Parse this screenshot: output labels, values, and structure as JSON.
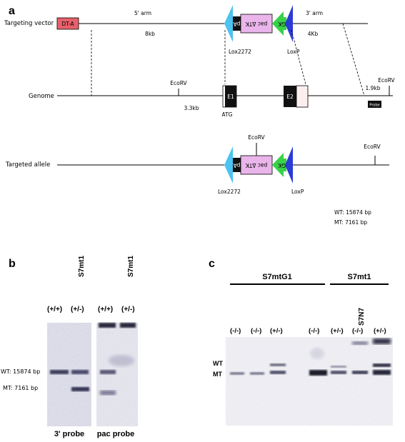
{
  "panel_a": {
    "letter": "a",
    "rows": {
      "targeting_vector": "Targeting vector",
      "genome": "Genome",
      "targeted_allele": "Targeted allele"
    },
    "labels": {
      "dta": "DT-A",
      "five_arm": "5' arm",
      "three_arm": "3' arm",
      "eight_kb": "8kb",
      "four_kb": "4Kb",
      "pa": "pA",
      "pac_atk": "pac ΔTK",
      "pgk": "PGK",
      "lox2272": "Lox2272",
      "loxp": "LoxP",
      "ecorv": "EcoRV",
      "three_three_kb": "3.3kb",
      "one_nine_kb": "1.9kb",
      "e1": "E1",
      "e2": "E2",
      "atg": "ATG",
      "probe": "Probe",
      "wt_size": "WT: 15874 bp",
      "mt_size": "MT:  7161 bp"
    },
    "colors": {
      "dta": "#e8616a",
      "pac": "#e9b5ea",
      "lox2272": "#4cc3f0",
      "pgk": "#3ad14a",
      "loxp": "#2a3bd6"
    }
  },
  "panel_b": {
    "letter": "b",
    "strain": "S7mt1",
    "genotypes": [
      "(+/+)",
      "(+/-)",
      "(+/+)",
      "(+/-)"
    ],
    "wt_label": "WT: 15874 bp",
    "mt_label": "MT:  7161 bp",
    "probe_3": "3' probe",
    "probe_pac": "pac probe"
  },
  "panel_c": {
    "letter": "c",
    "group1": "S7mtG1",
    "group2": "S7mt1",
    "sample": "S7N7",
    "genotypes": [
      "(-/-)",
      "(-/-)",
      "(+/-)",
      "(-/-)",
      "(+/-)",
      "(-/-)",
      "(+/-)"
    ],
    "wt": "WT",
    "mt": "MT"
  }
}
